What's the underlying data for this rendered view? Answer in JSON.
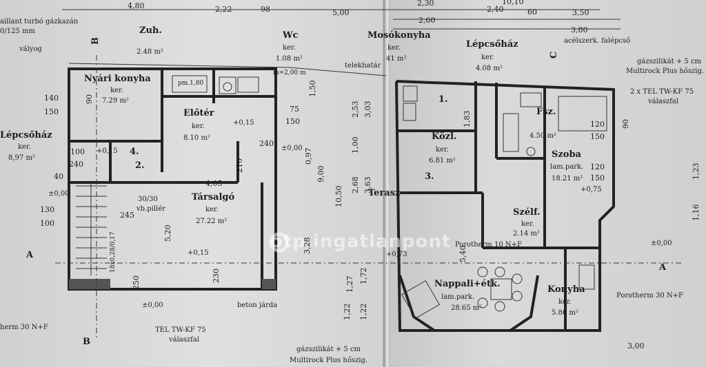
{
  "top_dims": [
    "4,80",
    "2,22",
    "98",
    "5,00",
    "2,30",
    "2,60",
    "2,40",
    "60",
    "3,50",
    "3,80",
    "10,10"
  ],
  "notes": {
    "boiler": "aillant turbó gázkazán",
    "boiler_size": "0/125 mm",
    "valyog": "vályog",
    "steel_stair": "acélszerk. falépcső",
    "insul_top_1": "gázszilikát + 5 cm",
    "insul_top_2": "Multirock Plus hőszig.",
    "tel_top_1": "2 x TEL TW-KF 75",
    "tel_top_2": "válaszfal",
    "telekhatar": "telekhatár",
    "porotherm_mid": "Porotherm 10 N+F",
    "porotherm_right": "Porotherm 30 N+F",
    "porotherm_left": "herm 30 N+F",
    "pillar_1": "30/30",
    "pillar_2": "vb.pillér",
    "beton": "beton járda",
    "tel_bot_1": "TEL TW-KF 75",
    "tel_bot_2": "válaszfal",
    "insul_bot_1": "gázszilikát + 5 cm",
    "insul_bot_2": "Multirock Plus hőszig.",
    "watermark": "otp ingatlanpont"
  },
  "rooms": [
    {
      "name": "Zuh.",
      "type": "",
      "area": "2.48 m²"
    },
    {
      "name": "Wc",
      "type": "ker.",
      "area": "1.08 m²"
    },
    {
      "name": "Mosókonyha",
      "type": "ker.",
      "area": "41 m²"
    },
    {
      "name": "Lépcsőház",
      "type": "ker.",
      "area": "4.08 m²"
    },
    {
      "name": "Nyári konyha",
      "type": "ker.",
      "area": "7.29 m²"
    },
    {
      "name": "Előtér",
      "type": "ker.",
      "area": "8.10 m²"
    },
    {
      "name": "Lépcsőház",
      "type": "ker.",
      "area": "8,97 m²"
    },
    {
      "name": "Társalgó",
      "type": "ker.",
      "area": "27.22 m²"
    },
    {
      "name": "Közl.",
      "type": "ker.",
      "area": "6.81 m²"
    },
    {
      "name": "Fsz.",
      "type": "ker.",
      "area": "4.50 m²"
    },
    {
      "name": "Szoba",
      "type": "lam.park.",
      "area": "18.21 m²"
    },
    {
      "name": "Szélf.",
      "type": "ker.",
      "area": "2.14 m²"
    },
    {
      "name": "Nappali+étk.",
      "type": "lam.park.",
      "area": "28.65 m²"
    },
    {
      "name": "Konyha",
      "type": "ker.",
      "area": "5.86 m²"
    },
    {
      "name": "Terasz",
      "type": "",
      "area": ""
    }
  ],
  "levels": [
    "+0,15",
    "±0,00",
    "+0,15",
    "±0,00",
    "+0,15",
    "±0,00",
    "+0,75",
    "±0,00",
    "+0,73"
  ],
  "sections": [
    "A",
    "A",
    "B",
    "B",
    "C"
  ],
  "dims": [
    "140",
    "150",
    "130",
    "100",
    "100",
    "240",
    "40",
    "90",
    "75",
    "150",
    "240",
    "210",
    "1,50",
    "2,53",
    "3,03",
    "1,00",
    "0,97",
    "9,00",
    "10,50",
    "2,68",
    "3,63",
    "3,28",
    "1,72",
    "1,27",
    "1,22",
    "1,22",
    "1,83",
    "120",
    "150",
    "120",
    "150",
    "90",
    "1,23",
    "1,16",
    "3,00",
    "245",
    "5,20",
    "4,05",
    "5,40",
    "250",
    "230",
    "18x0,28/0,17",
    "pm.1,80",
    "m=2,00 m",
    "1.",
    "2.",
    "3.",
    "4."
  ]
}
